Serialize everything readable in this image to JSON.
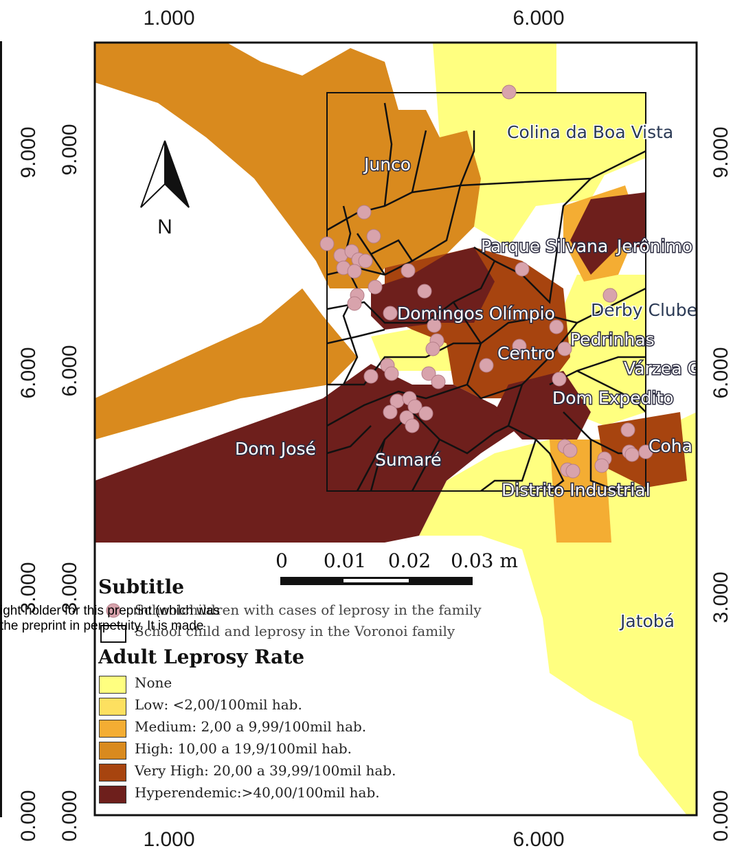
{
  "axes": {
    "top_ticks": [
      "1.000",
      "6.000"
    ],
    "bottom_ticks": [
      "1.000",
      "6.000"
    ],
    "left_outer_ticks": [
      "9.000",
      "6.000",
      "3.000",
      "0.000"
    ],
    "left_inner_ticks": [
      "9.000",
      "6.000",
      "3.000",
      "0.000"
    ],
    "right_ticks": [
      "9.000",
      "6.000",
      "3.000",
      "0.000"
    ]
  },
  "north_arrow": {
    "label": "N"
  },
  "places": {
    "colina": "Colina da Boa Vista",
    "junco": "Junco",
    "parque_silvana": "Parque Silvana",
    "jeronimo": "Jerônimo",
    "domingos": "Domingos Olímpio",
    "derby": "Derby Clube",
    "pedrinhas": "Pedrinhas",
    "centro": "Centro",
    "varzea": "Várzea G",
    "dom_expedito": "Dom Expedito",
    "dom_jose": "Dom José",
    "sumare": "Sumaré",
    "coha": "Coha",
    "distrito": "Distrito Industrial",
    "jatoba": "Jatobá"
  },
  "scale_bar": {
    "labels": [
      "0",
      "0.01",
      "0.02",
      "0.03 m"
    ]
  },
  "legend": {
    "subtitle": "Subtitle",
    "schoolchildren": "Schoolchildren with cases of leprosy in the family",
    "voronoi": "School child and leprosy in the Voronoi family",
    "rate_title": "Adult Leprosy Rate",
    "classes": [
      {
        "label": "None",
        "color": "#ffff80"
      },
      {
        "label": "Low: <2,00/100mil hab.",
        "color": "#fde060"
      },
      {
        "label": "Medium: 2,00 a 9,99/100mil hab.",
        "color": "#f4ad33"
      },
      {
        "label": "High: 10,00 a 19,9/100mil hab.",
        "color": "#d98a1e"
      },
      {
        "label": "Very High: 20,00 a 39,99/100mil hab.",
        "color": "#a7440f"
      },
      {
        "label": "Hyperendemic:>40,00/100mil hab.",
        "color": "#6e1f1c"
      }
    ]
  },
  "overlay_text": {
    "line1": "ight holder for this preprint (which was",
    "line2": "the preprint in perpetuity. It is made"
  },
  "colors": {
    "point": "#d8a3ac",
    "point_stroke": "#b47d88",
    "voronoi_line": "#111111"
  }
}
